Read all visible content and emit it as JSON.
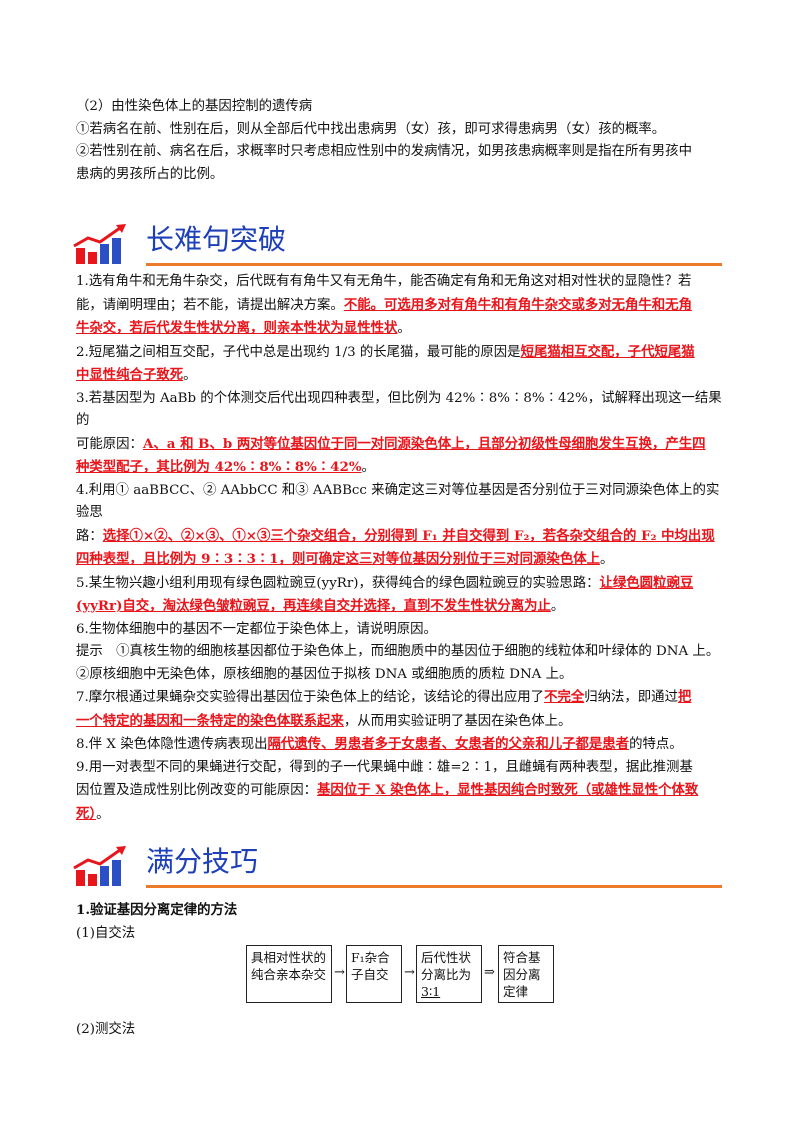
{
  "intro": {
    "line1": "（2）由性染色体上的基因控制的遗传病",
    "line2": "①若病名在前、性别在后，则从全部后代中找出患病男（女）孩，即可求得患病男（女）孩的概率。",
    "line3a": "②若性别在前、病名在后，求概率时只考虑相应性别中的发病情况，如男孩患病概率则是指在所有男孩中",
    "line3b": "患病的男孩所占的比例。"
  },
  "section1": {
    "title": "长难句突破"
  },
  "q1": {
    "l1": "1.选有角牛和无角牛杂交，后代既有有角牛又有无角牛，能否确定有角和无角这对相对性状的显隐性？若",
    "l2a": "能，请阐明理由；若不能，请提出解决方案。",
    "l2b": "不能。可选用多对有角牛和有角牛杂交或多对无角牛和无角",
    "l3": "牛杂交，若后代发生性状分离，则亲本性状为显性性状",
    "l3end": "。"
  },
  "q2": {
    "l1a": "2.短尾猫之间相互交配，子代中总是出现约 1/3 的长尾猫，最可能的原因是",
    "l1b": "短尾猫相互交配，子代短尾猫",
    "l2": "中显性纯合子致死",
    "l2end": "。"
  },
  "q3": {
    "l1": "3.若基因型为 AaBb 的个体测交后代出现四种表型，但比例为 42%∶8%∶8%∶42%，试解释出现这一结果的",
    "l2a": "可能原因：",
    "l2b": "A、a 和 B、b 两对等位基因位于同一对同源染色体上，且部分初级性母细胞发生互换，产生四",
    "l3": "种类型配子，其比例为 42%∶8%∶8%∶42%",
    "l3end": "。"
  },
  "q4": {
    "l1": "4.利用① aaBBCC、② AAbbCC 和③ AABBcc 来确定这三对等位基因是否分别位于三对同源染色体上的实验思",
    "l2a": "路：",
    "l2b": "选择①×②、②×③、①×③三个杂交组合，分别得到 F₁ 并自交得到 F₂，若各杂交组合的 F₂ 中均出现",
    "l3": "四种表型，且比例为 9∶3∶3∶1，则可确定这三对等位基因分别位于三对同源染色体上",
    "l3end": "。"
  },
  "q5": {
    "l1a": "5.某生物兴趣小组利用现有绿色圆粒豌豆(yyRr)，获得纯合的绿色圆粒豌豆的实验思路：",
    "l1b": "让绿色圆粒豌豆",
    "l2": "(yyRr)自交，淘汰绿色皱粒豌豆，再连续自交并选择，直到不发生性状分离为止",
    "l2end": "。"
  },
  "q6": {
    "l1": "6.生物体细胞中的基因不一定都位于染色体上，请说明原因。",
    "l2": "提示　①真核生物的细胞核基因都位于染色体上，而细胞质中的基因位于细胞的线粒体和叶绿体的 DNA 上。",
    "l3": "②原核细胞中无染色体，原核细胞的基因位于拟核 DNA 或细胞质的质粒 DNA 上。"
  },
  "q7": {
    "l1a": "7.摩尔根通过果蝇杂交实验得出基因位于染色体上的结论，该结论的得出应用了",
    "l1b": "不完全",
    "l1c": "归纳法，即通过",
    "l1d": "把",
    "l2a": "一个特定的基因和一条特定的染色体联系起来",
    "l2b": "，从而用实验证明了基因在染色体上。"
  },
  "q8": {
    "l1a": "8.伴 X 染色体隐性遗传病表现出",
    "l1b": "隔代遗传、男患者多于女患者、女患者的父亲和儿子都是患者",
    "l1c": "的特点。"
  },
  "q9": {
    "l1": "9.用一对表型不同的果蝇进行交配，得到的子一代果蝇中雌∶雄=2∶1，且雌蝇有两种表型，据此推测基",
    "l2a": "因位置及造成性别比例改变的可能原因：",
    "l2b": "基因位于 X 染色体上，显性基因纯合时致死（或雄性显性个体致",
    "l3": "死）",
    "l3end": "。"
  },
  "section2": {
    "title": "满分技巧"
  },
  "tips": {
    "h1": "1.验证基因分离定律的方法",
    "s1": "(1)自交法",
    "s2": "(2)测交法",
    "flow": {
      "b1": "具相对性状的纯合亲本杂交",
      "b2": "F₁杂合子自交",
      "b3a": "后代性状分离比为",
      "b3b": "3∶1",
      "b4": "符合基因分离定律",
      "arrow": "→",
      "implies": "⇒"
    }
  }
}
